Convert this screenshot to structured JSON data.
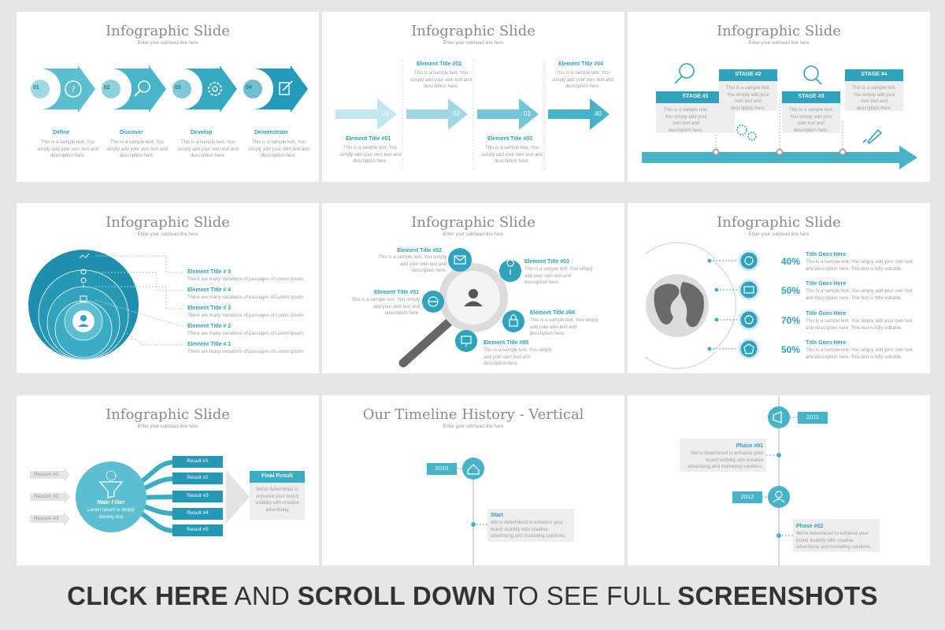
{
  "colors": {
    "teal": "#3fb3c8",
    "teal_dark": "#1f8fb0",
    "teal_light": "#9fd8e2",
    "gray_text": "#8a8a8a",
    "bg": "#e6e6e6"
  },
  "slide_title": "Infographic Slide",
  "slide_subtitle": "Enter your subhead line here",
  "sample_text": "This is a sample text. You simply add your own text and description here.",
  "s1": {
    "steps": [
      {
        "num": "01",
        "label": "Define",
        "icon": "question-icon"
      },
      {
        "num": "02",
        "label": "Discover",
        "icon": "search-icon"
      },
      {
        "num": "03",
        "label": "Develop",
        "icon": "gear-icon"
      },
      {
        "num": "04",
        "label": "Demonstrate",
        "icon": "edit-icon"
      }
    ]
  },
  "s2": {
    "items": [
      {
        "num": "01",
        "title": "Element Title #01"
      },
      {
        "num": "02",
        "title": "Element Title #02"
      },
      {
        "num": "03",
        "title": "Element Title #03"
      },
      {
        "num": "40",
        "title": "Element Title #04"
      }
    ]
  },
  "s3": {
    "stages": [
      "STAGE #1",
      "STAGE #2",
      "STAGE #3",
      "STAGE #4"
    ],
    "icons": [
      "search-icon",
      "gears-icon",
      "analytics-icon",
      "rocket-icon"
    ]
  },
  "s4": {
    "items": [
      "Element Title # 5",
      "Element Title # 4",
      "Element Title # 3",
      "Element Title # 2",
      "Element Title # 1"
    ],
    "desc": "There are many variations of passages of Lorem Ipsum"
  },
  "s5": {
    "items": [
      "Element Title #02",
      "Element Title #03",
      "Element Title #01",
      "Element Title #04",
      "Element Title #05"
    ]
  },
  "s6": {
    "rows": [
      {
        "pct": "40%",
        "title": "Title Goes Here"
      },
      {
        "pct": "50%",
        "title": "Title Goes Here"
      },
      {
        "pct": "70%",
        "title": "Title Goes Here"
      },
      {
        "pct": "50%",
        "title": "Title Goes Here"
      }
    ],
    "desc": "This is a sample text. You simply add your own text and description here. This text is fully editable."
  },
  "s7": {
    "reasons": [
      "Reason #1",
      "Reason #2",
      "Reason #3"
    ],
    "filter_title": "Main Filter",
    "filter_text": "Lorem Ipsum is simply dummy text",
    "results": [
      "Result #1",
      "Result #2",
      "Result #3",
      "Result #4",
      "Result #5"
    ],
    "final_title": "Final Result",
    "final_text": "We're determined to enhance your brand visibility with creative advertising"
  },
  "s8": {
    "title": "Our Timeline History - Vertical",
    "year": "2010",
    "entry_title": "Start",
    "entry_text": "We're determined to enhance your brand visibility with creative advertising and marketing solutions."
  },
  "s9": {
    "years": [
      "2011",
      "2012"
    ],
    "phases": [
      "Phase #01",
      "Phase #02"
    ],
    "phase_text": "We're determined to enhance your brand visibility with creative advertising and marketing solutions."
  },
  "footer": {
    "part1": "CLICK HERE",
    "part2": " AND ",
    "part3": "SCROLL DOWN",
    "part4": " TO SEE FULL ",
    "part5": "SCREENSHOTS"
  }
}
